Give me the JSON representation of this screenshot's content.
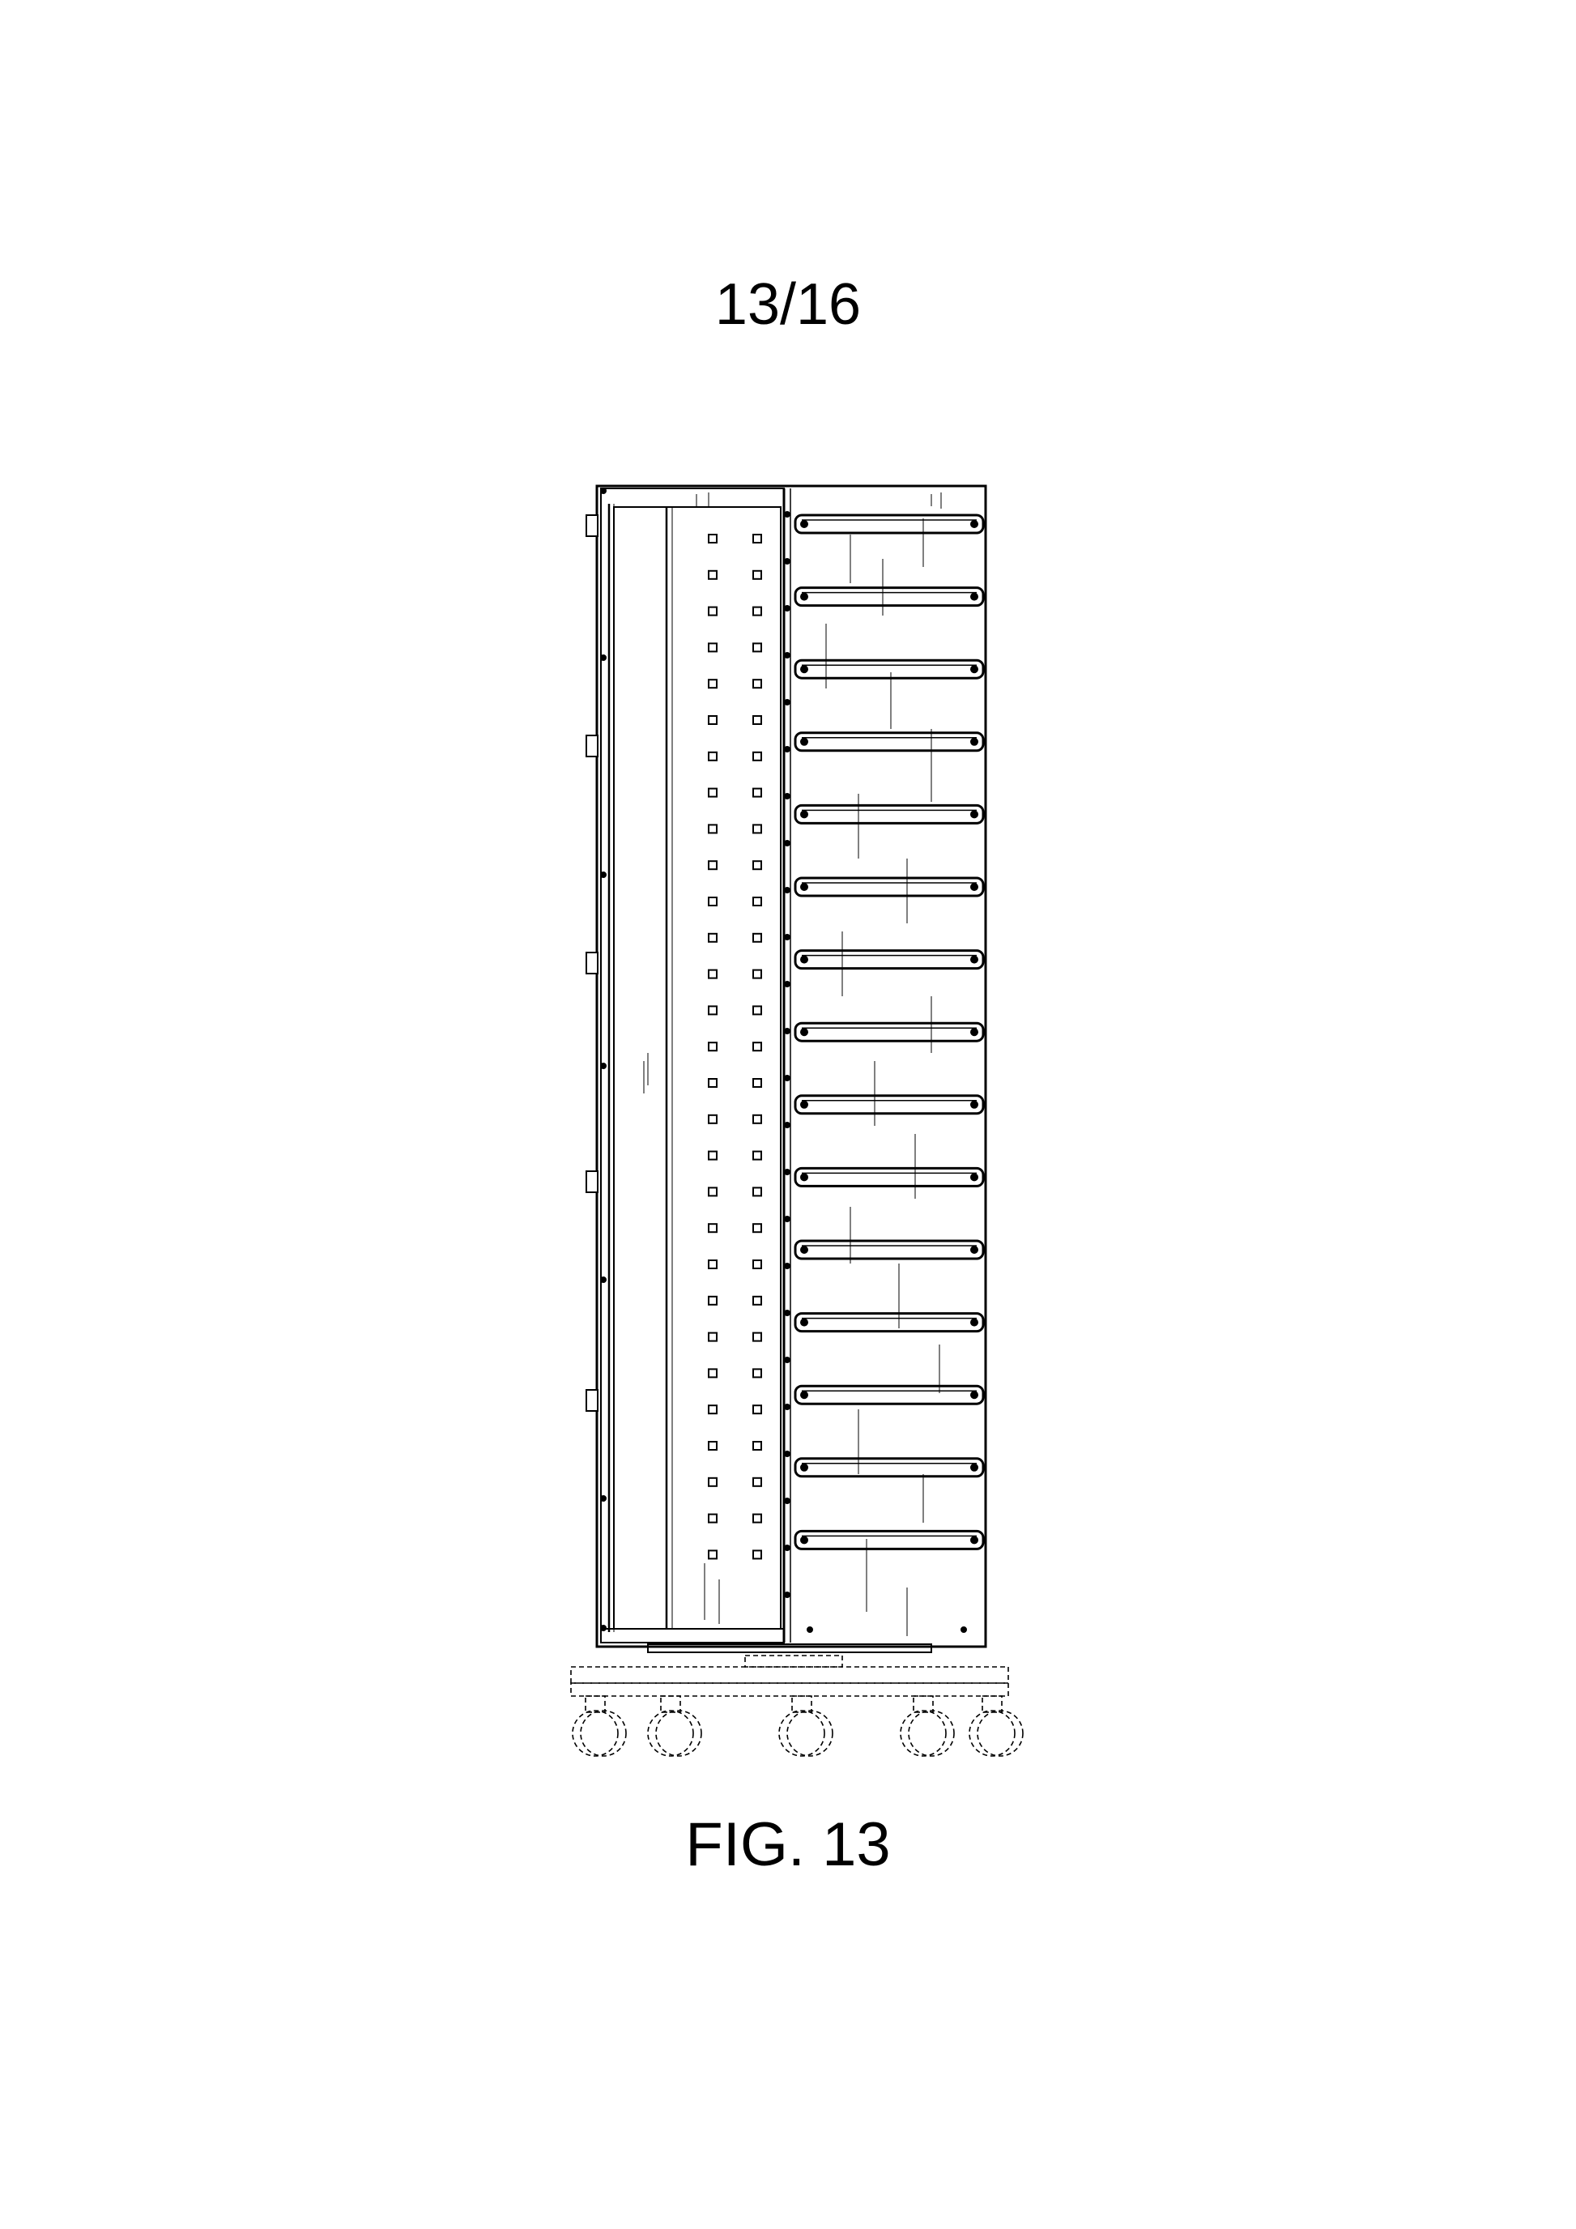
{
  "page": {
    "sheet_number": "13/16",
    "figure_label": "FIG. 13"
  },
  "drawing": {
    "subject": "rack-cabinet-side-elevation-on-casters",
    "perforation_rows": 29,
    "perforation_columns": 2,
    "rail_count": 15,
    "caster_count": 5,
    "line_color": "#000000"
  }
}
